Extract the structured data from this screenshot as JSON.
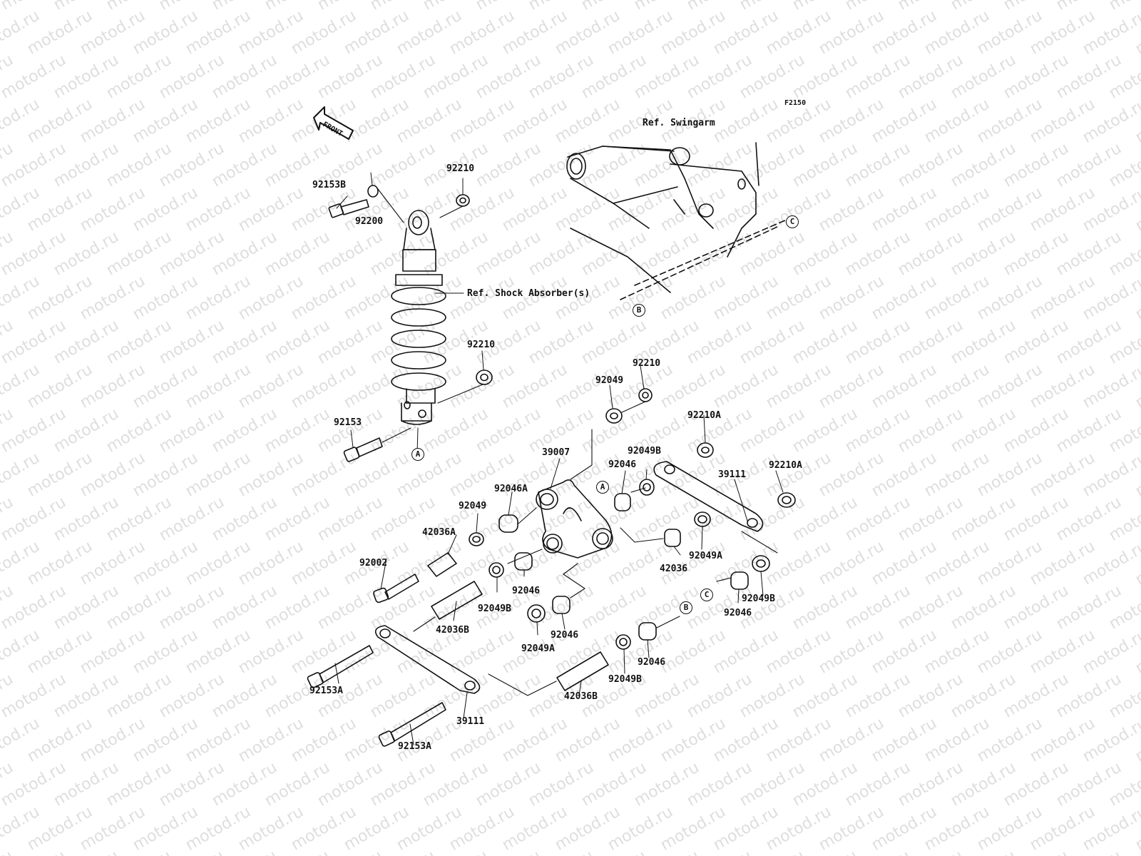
{
  "watermark": "motod.ru",
  "figure_code": "F2150",
  "front_arrow": "FRONT",
  "refs": {
    "swingarm": "Ref. Swingarm",
    "shock": "Ref. Shock Absorber(s)"
  },
  "markers": {
    "a": "A",
    "b": "B",
    "c": "C"
  },
  "parts": {
    "p92210": "92210",
    "p92200": "92200",
    "p92153B": "92153B",
    "p92153": "92153",
    "p92049": "92049",
    "p92210A": "92210A",
    "p39007": "39007",
    "p92046": "92046",
    "p92049B": "92049B",
    "p92046A": "92046A",
    "p39111": "39111",
    "p42036A": "42036A",
    "p92002": "92002",
    "p42036": "42036",
    "p92049A": "92049A",
    "p42036B": "42036B",
    "p92153A": "92153A"
  },
  "colors": {
    "ink": "#111111",
    "watermark": "#dedede",
    "background": "#ffffff"
  }
}
